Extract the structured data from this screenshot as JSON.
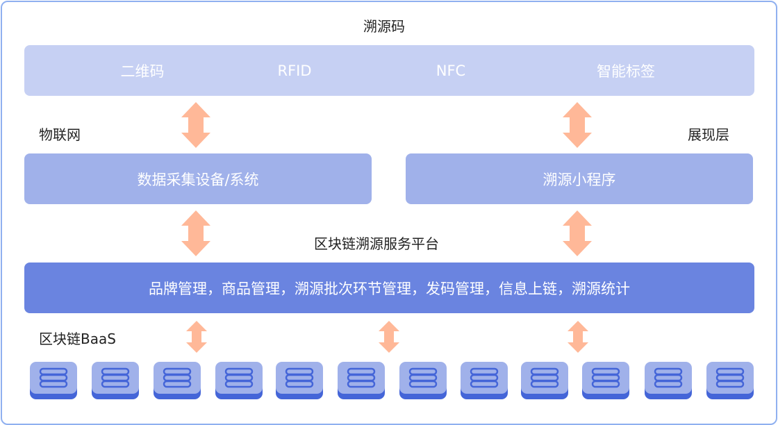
{
  "title": "溯源码",
  "codes": [
    "二维码",
    "RFID",
    "NFC",
    "智能标签"
  ],
  "labels": {
    "iot": "物联网",
    "presentation": "展现层",
    "platform": "区块链溯源服务平台",
    "baas": "区块链BaaS"
  },
  "boxes": {
    "collect": "数据采集设备/系统",
    "mini_program": "溯源小程序",
    "platform_features": "品牌管理，商品管理，溯源批次环节管理，发码管理，信息上链，溯源统计"
  },
  "node_count": 12,
  "colors": {
    "arrow": "#ffb898",
    "node_top": "#a0b1ea",
    "node_base": "#4465d8",
    "platform": "#6a84e0",
    "light_box": "#a0b1ea",
    "codes_box": "#c6d0f3"
  }
}
